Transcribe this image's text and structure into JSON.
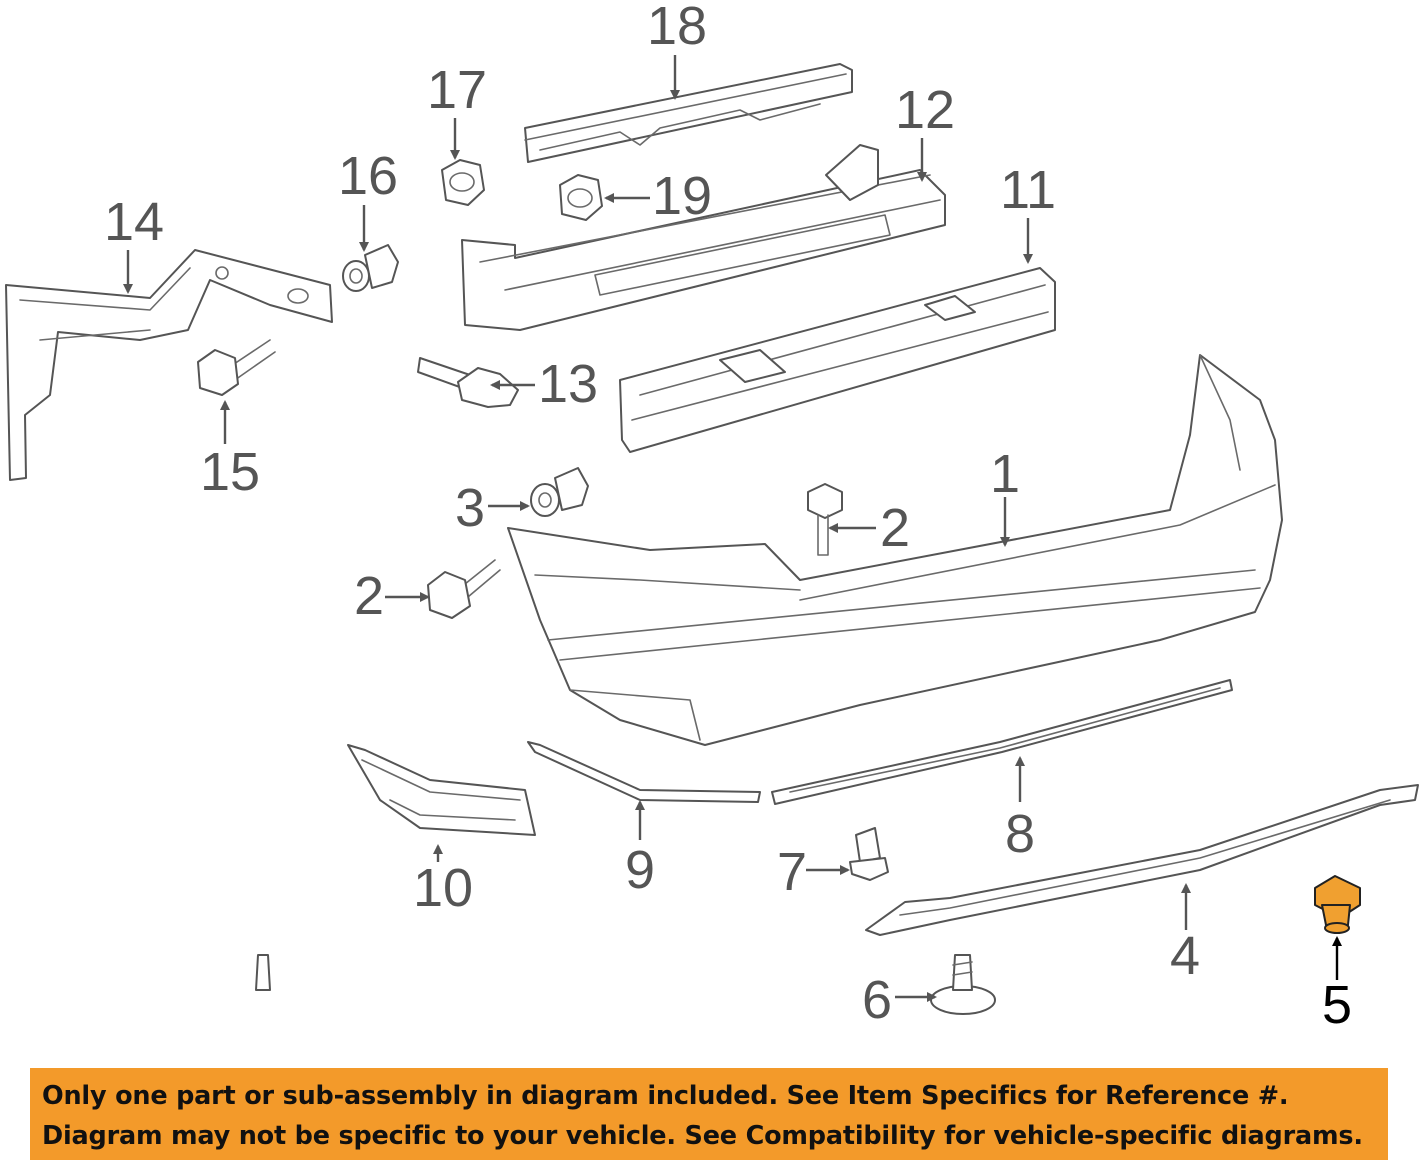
{
  "diagram": {
    "callouts": {
      "c1": "1",
      "c2a": "2",
      "c2b": "2",
      "c3": "3",
      "c4": "4",
      "c5": "5",
      "c6": "6",
      "c7": "7",
      "c8": "8",
      "c9": "9",
      "c10": "10",
      "c11": "11",
      "c12": "12",
      "c13": "13",
      "c14": "14",
      "c15": "15",
      "c16": "16",
      "c17": "17",
      "c18": "18",
      "c19": "19"
    },
    "highlighted_part": "5",
    "colors": {
      "line": "#555555",
      "highlight": "#f0a030",
      "banner": "#f39a2a"
    }
  },
  "banner": {
    "line1": "Only one part or sub-assembly in diagram included. See Item Specifics for Reference #.",
    "line2": "Diagram may not be specific to your vehicle. See Compatibility for vehicle-specific diagrams."
  }
}
